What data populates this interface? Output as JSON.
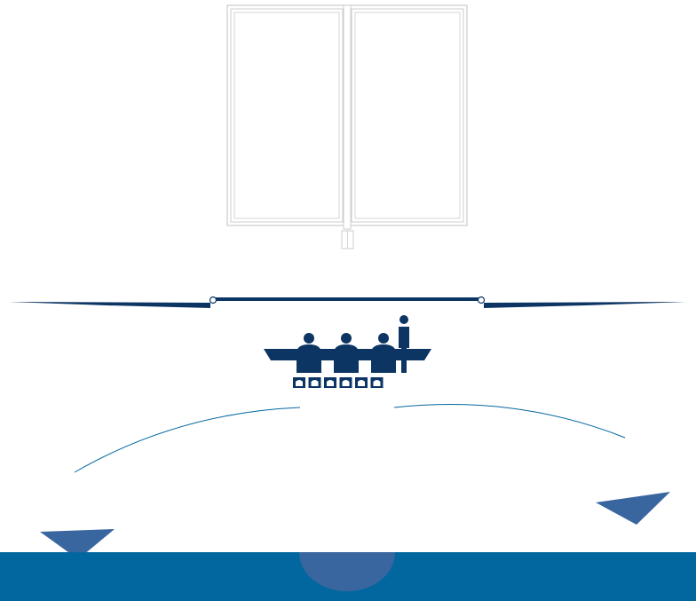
{
  "colors": {
    "background": "#ffffff",
    "floor_band": "#03679f",
    "navy": "#0c3564",
    "stage_shape": "#3a66a0",
    "cabinet_outline": "#cccccc",
    "chair_fill": "#ffffff"
  },
  "scene": {
    "figures": [
      {
        "role": "seated",
        "icon": "seated-person-icon"
      },
      {
        "role": "seated",
        "icon": "seated-person-icon"
      },
      {
        "role": "seated",
        "icon": "seated-person-icon"
      },
      {
        "role": "standing",
        "icon": "standing-person-icon"
      }
    ],
    "chair_count": 6,
    "cabinet": {
      "panels": 2,
      "icon": "cabinet-icon"
    },
    "markers": {
      "left": "triangle-marker-icon",
      "right": "triangle-marker-icon"
    }
  }
}
